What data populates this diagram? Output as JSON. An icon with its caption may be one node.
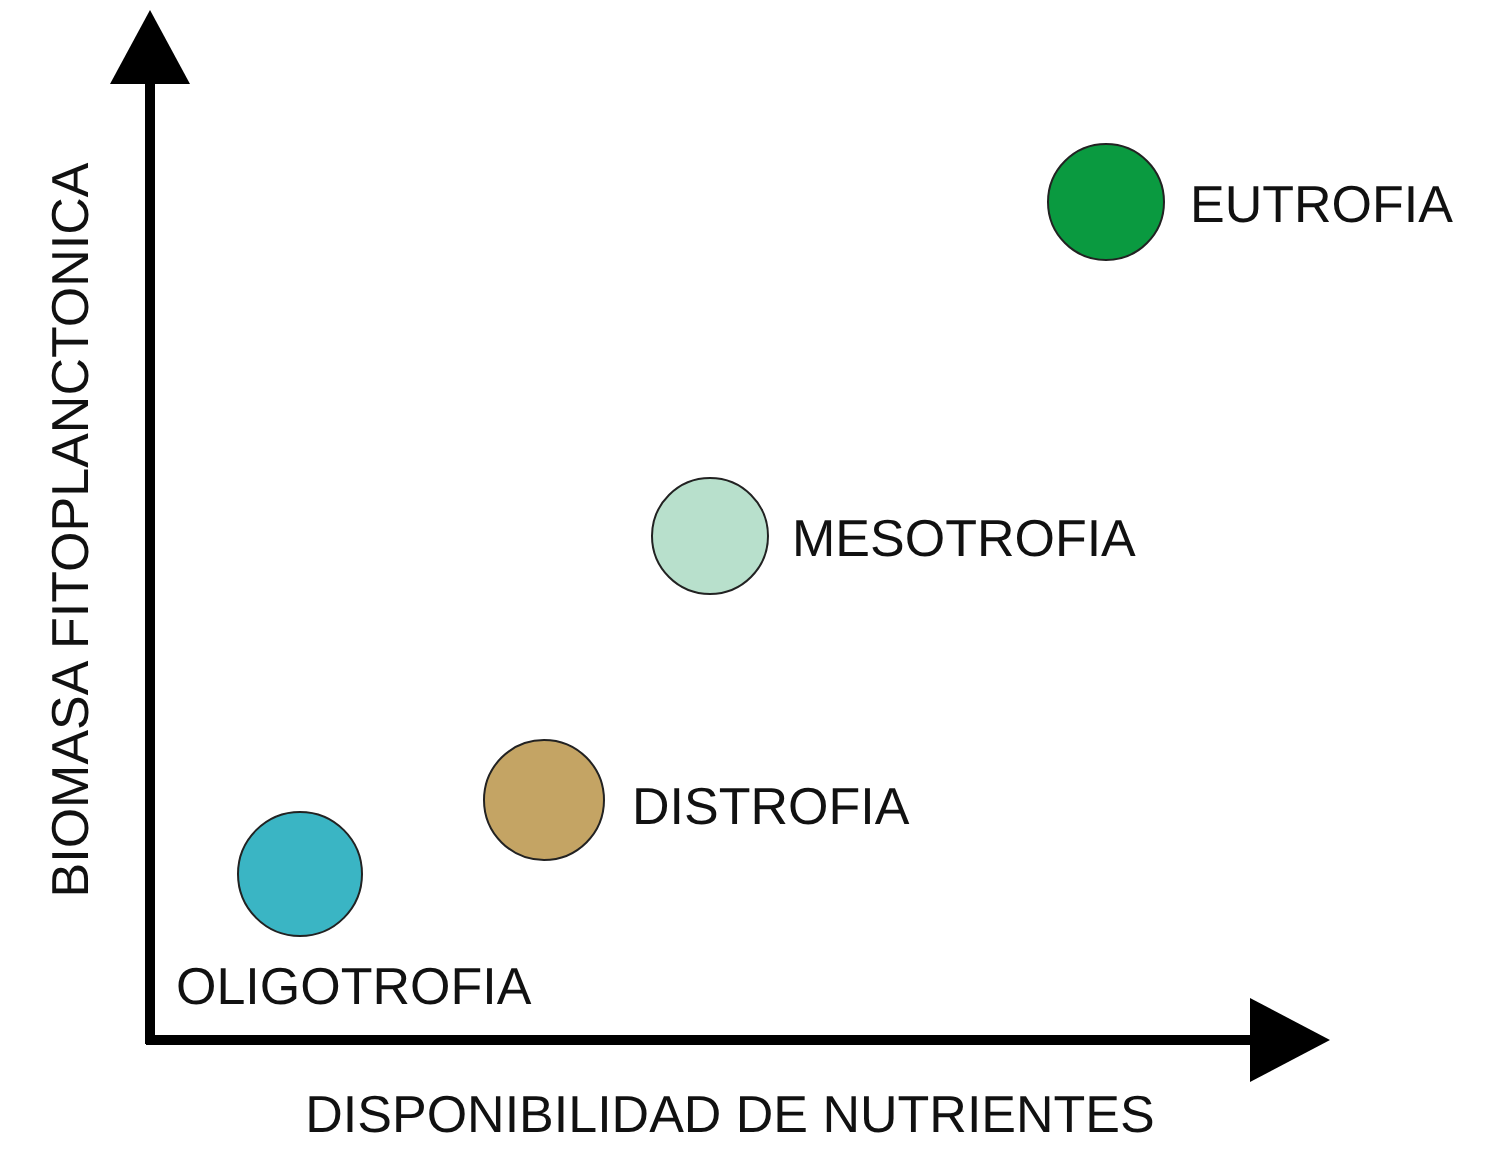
{
  "diagram": {
    "nodes": [
      {
        "text": [],
        "shape": "circle",
        "beside": [
          "EUTROFIA"
        ]
      },
      {
        "text": [],
        "shape": "circle",
        "beside": [
          "MESOTROFIA"
        ]
      },
      {
        "text": [],
        "shape": "circle",
        "beside": [
          "DISTROFIA"
        ]
      },
      {
        "text": [],
        "shape": "circle",
        "beside": [
          "OLIGOTROFIA"
        ]
      }
    ],
    "labels": [
      "BIOMASA FITOPLANCTONICA",
      "DISPONIBILIDAD DE NUTRIENTES"
    ]
  }
}
